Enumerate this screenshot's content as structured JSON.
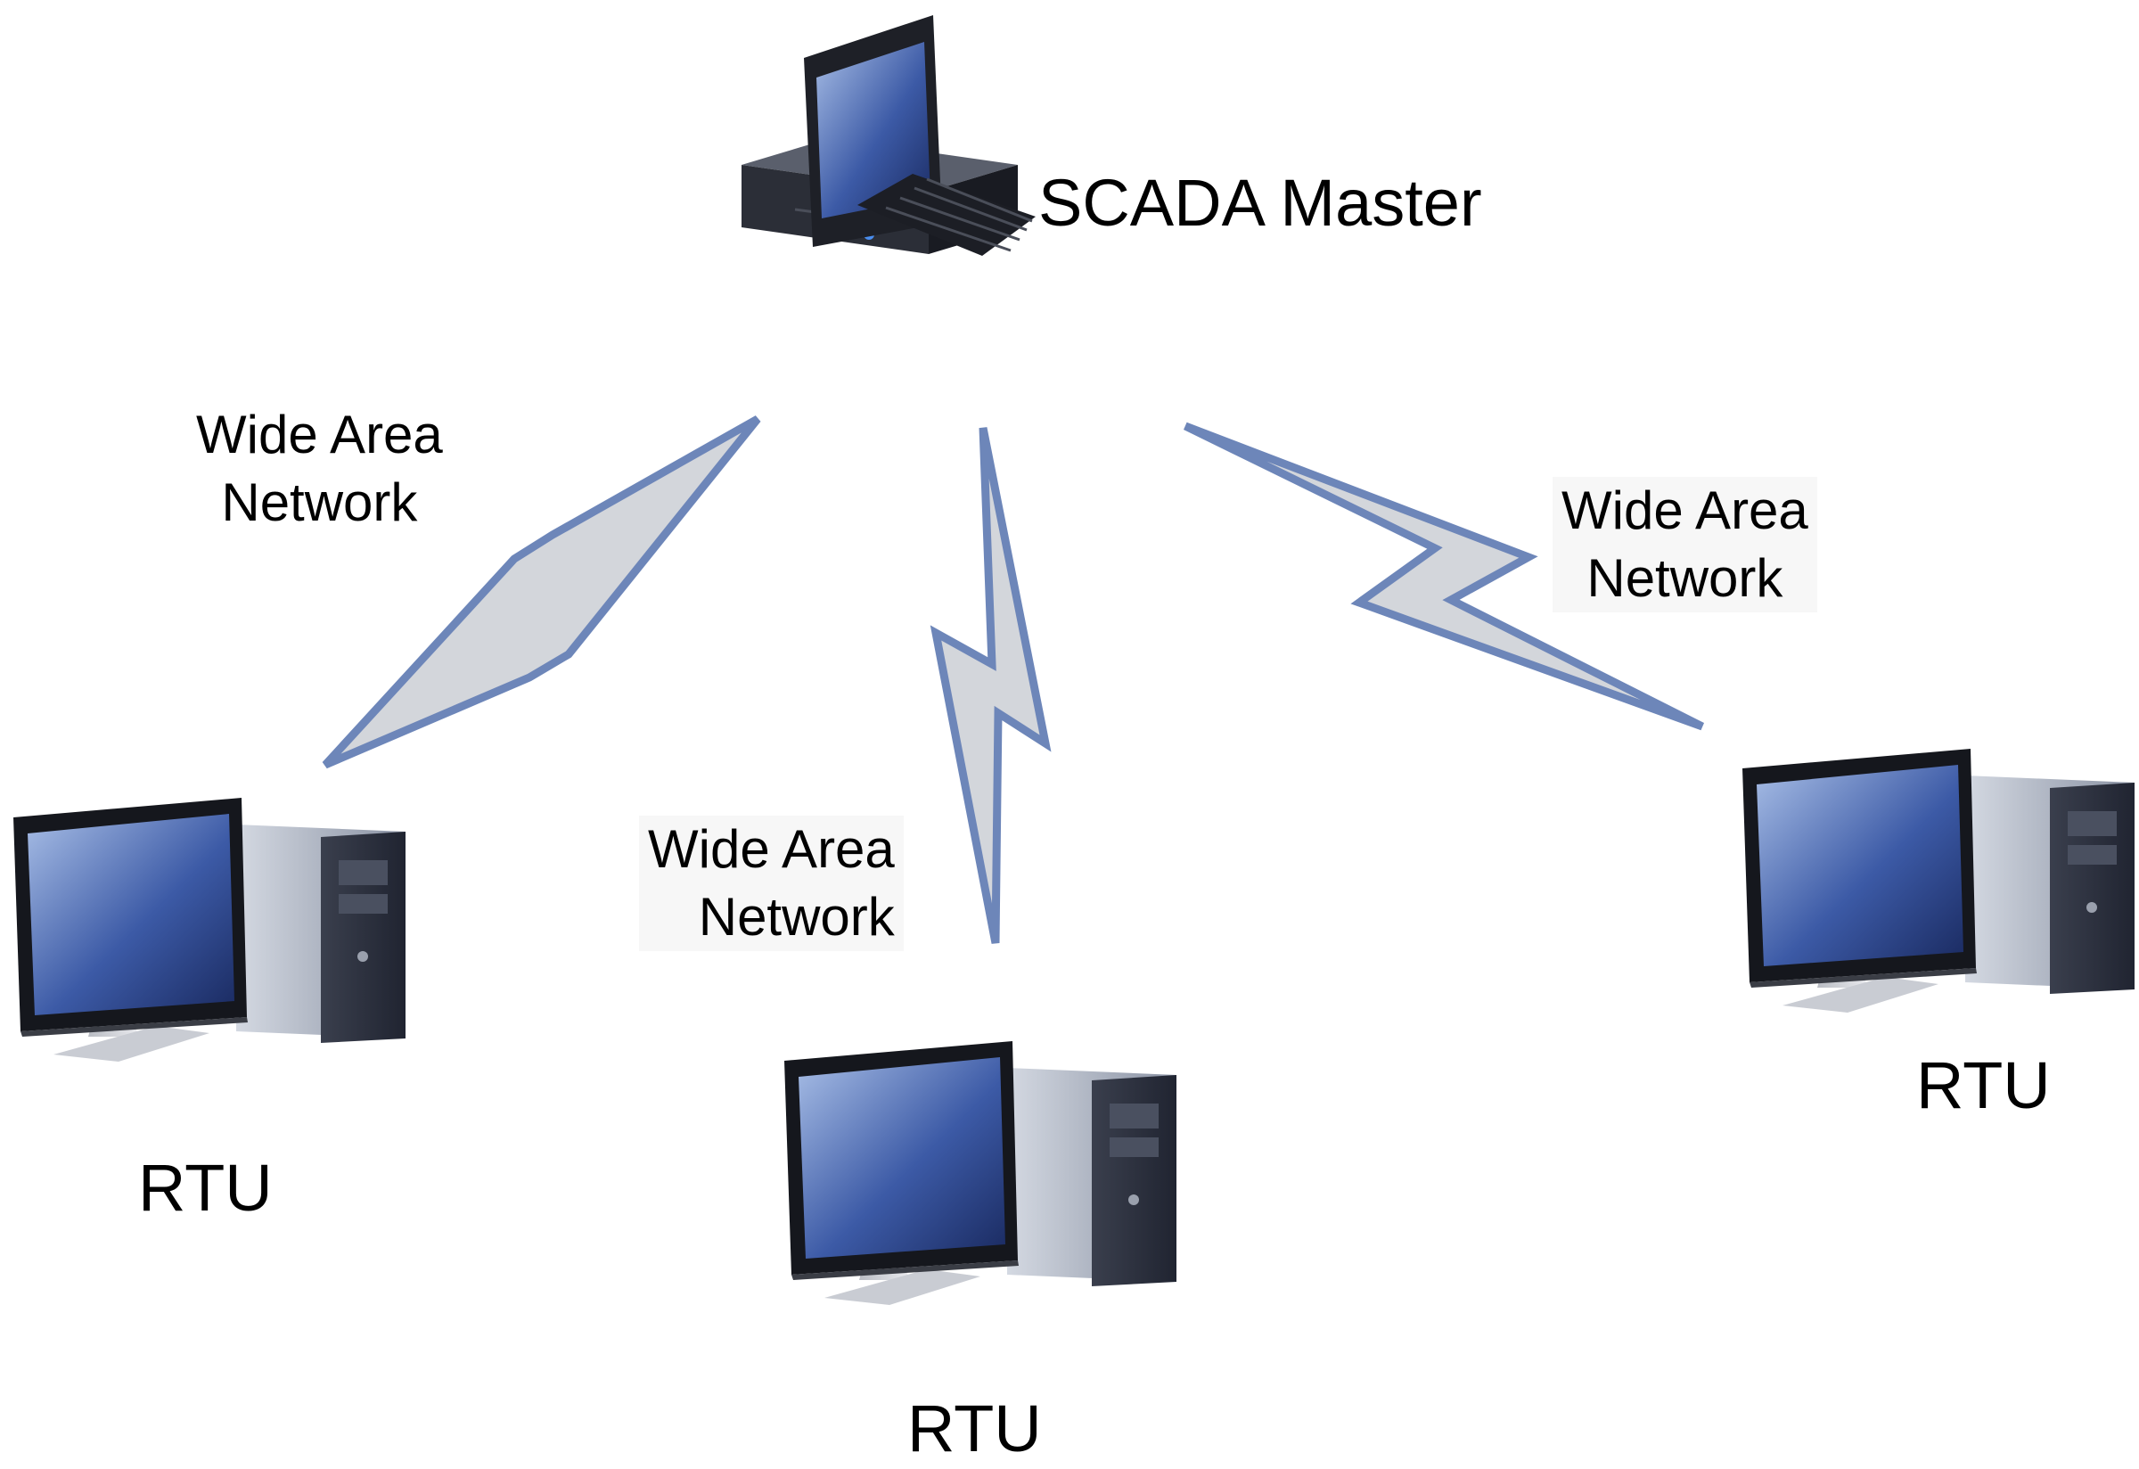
{
  "master": {
    "label": "SCADA Master",
    "icon": "desktop-computer-with-keyboard-icon"
  },
  "rtus": [
    {
      "label": "RTU",
      "icon": "monitor-and-tower-icon"
    },
    {
      "label": "RTU",
      "icon": "monitor-and-tower-icon"
    },
    {
      "label": "RTU",
      "icon": "monitor-and-tower-icon"
    }
  ],
  "links": [
    {
      "line1": "Wide Area",
      "line2": "Network",
      "icon": "lightning-link-icon"
    },
    {
      "line1": "Wide Area",
      "line2": "Network",
      "icon": "lightning-link-icon"
    },
    {
      "line1": "Wide Area",
      "line2": "Network",
      "icon": "lightning-link-icon"
    }
  ],
  "colors": {
    "link_stroke": "#6d86b9",
    "link_fill": "#d3d6db",
    "screen_light": "#a8bee6",
    "screen_dark": "#1a2a60",
    "case_dark": "#2a2d38"
  }
}
